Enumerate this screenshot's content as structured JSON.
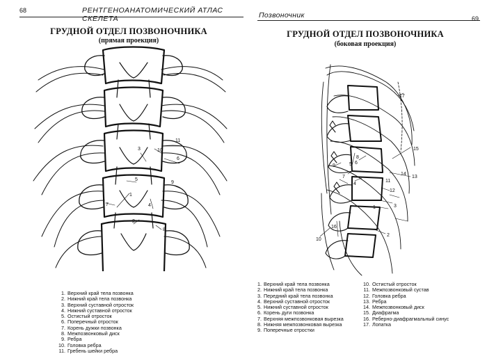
{
  "left_page": {
    "page_number": "68",
    "running_head": "РЕНТГЕНОАНАТОМИЧЕСКИЙ АТЛАС СКЕЛЕТА",
    "title": "ГРУДНОЙ ОТДЕЛ ПОЗВОНОЧНИКА",
    "subtitle": "(прямая проекция)",
    "figure_labels": [
      "1",
      "2",
      "3",
      "4",
      "5",
      "6",
      "7",
      "8",
      "9",
      "10",
      "11"
    ],
    "legend": [
      {
        "n": "1.",
        "text": "Верхний край тела позвонка"
      },
      {
        "n": "2.",
        "text": "Нижний край тела позвонка"
      },
      {
        "n": "3.",
        "text": "Верхний суставной отросток"
      },
      {
        "n": "4.",
        "text": "Нижний суставной отросток"
      },
      {
        "n": "5.",
        "text": "Остистый отросток"
      },
      {
        "n": "6.",
        "text": "Поперечный отросток"
      },
      {
        "n": "7.",
        "text": "Корень дужки позвонка"
      },
      {
        "n": "8.",
        "text": "Межпозвонковый диск"
      },
      {
        "n": "9.",
        "text": "Ребра"
      },
      {
        "n": "10.",
        "text": "Головка ребра"
      },
      {
        "n": "11.",
        "text": "Гребень шейки ребра"
      }
    ]
  },
  "right_page": {
    "page_number": "69",
    "running_head": "Позвоночник",
    "title": "ГРУДНОЙ ОТДЕЛ ПОЗВОНОЧНИКА",
    "subtitle": "(боковая проекция)",
    "figure_labels": [
      "1",
      "2",
      "3",
      "4",
      "5",
      "6",
      "7",
      "8",
      "9",
      "10",
      "11",
      "12",
      "13",
      "14",
      "15",
      "16",
      "17"
    ],
    "legend_col1": [
      {
        "n": "1.",
        "text": "Верхний край тела позвонка"
      },
      {
        "n": "2.",
        "text": "Нижний край тела позвонка"
      },
      {
        "n": "3.",
        "text": "Передний край тела позвонка"
      },
      {
        "n": "4.",
        "text": "Верхний суставной отросток"
      },
      {
        "n": "5.",
        "text": "Нижний суставной отросток"
      },
      {
        "n": "6.",
        "text": "Корень дуги позвонка"
      },
      {
        "n": "7.",
        "text": "Верхняя межпозвонковая вырезка"
      },
      {
        "n": "8.",
        "text": "Нижняя межпозвонковая вырезка"
      },
      {
        "n": "9.",
        "text": "Поперечные отростки"
      }
    ],
    "legend_col2": [
      {
        "n": "10.",
        "text": "Остистый отросток"
      },
      {
        "n": "11.",
        "text": "Межпозвонковый сустав"
      },
      {
        "n": "12.",
        "text": "Головка ребра"
      },
      {
        "n": "13.",
        "text": "Ребра"
      },
      {
        "n": "14.",
        "text": "Межпозвонковый диск"
      },
      {
        "n": "15.",
        "text": "Диафрагма"
      },
      {
        "n": "16.",
        "text": "Реберно-диафрагмальный синус"
      },
      {
        "n": "17.",
        "text": "Лопатка"
      }
    ]
  }
}
